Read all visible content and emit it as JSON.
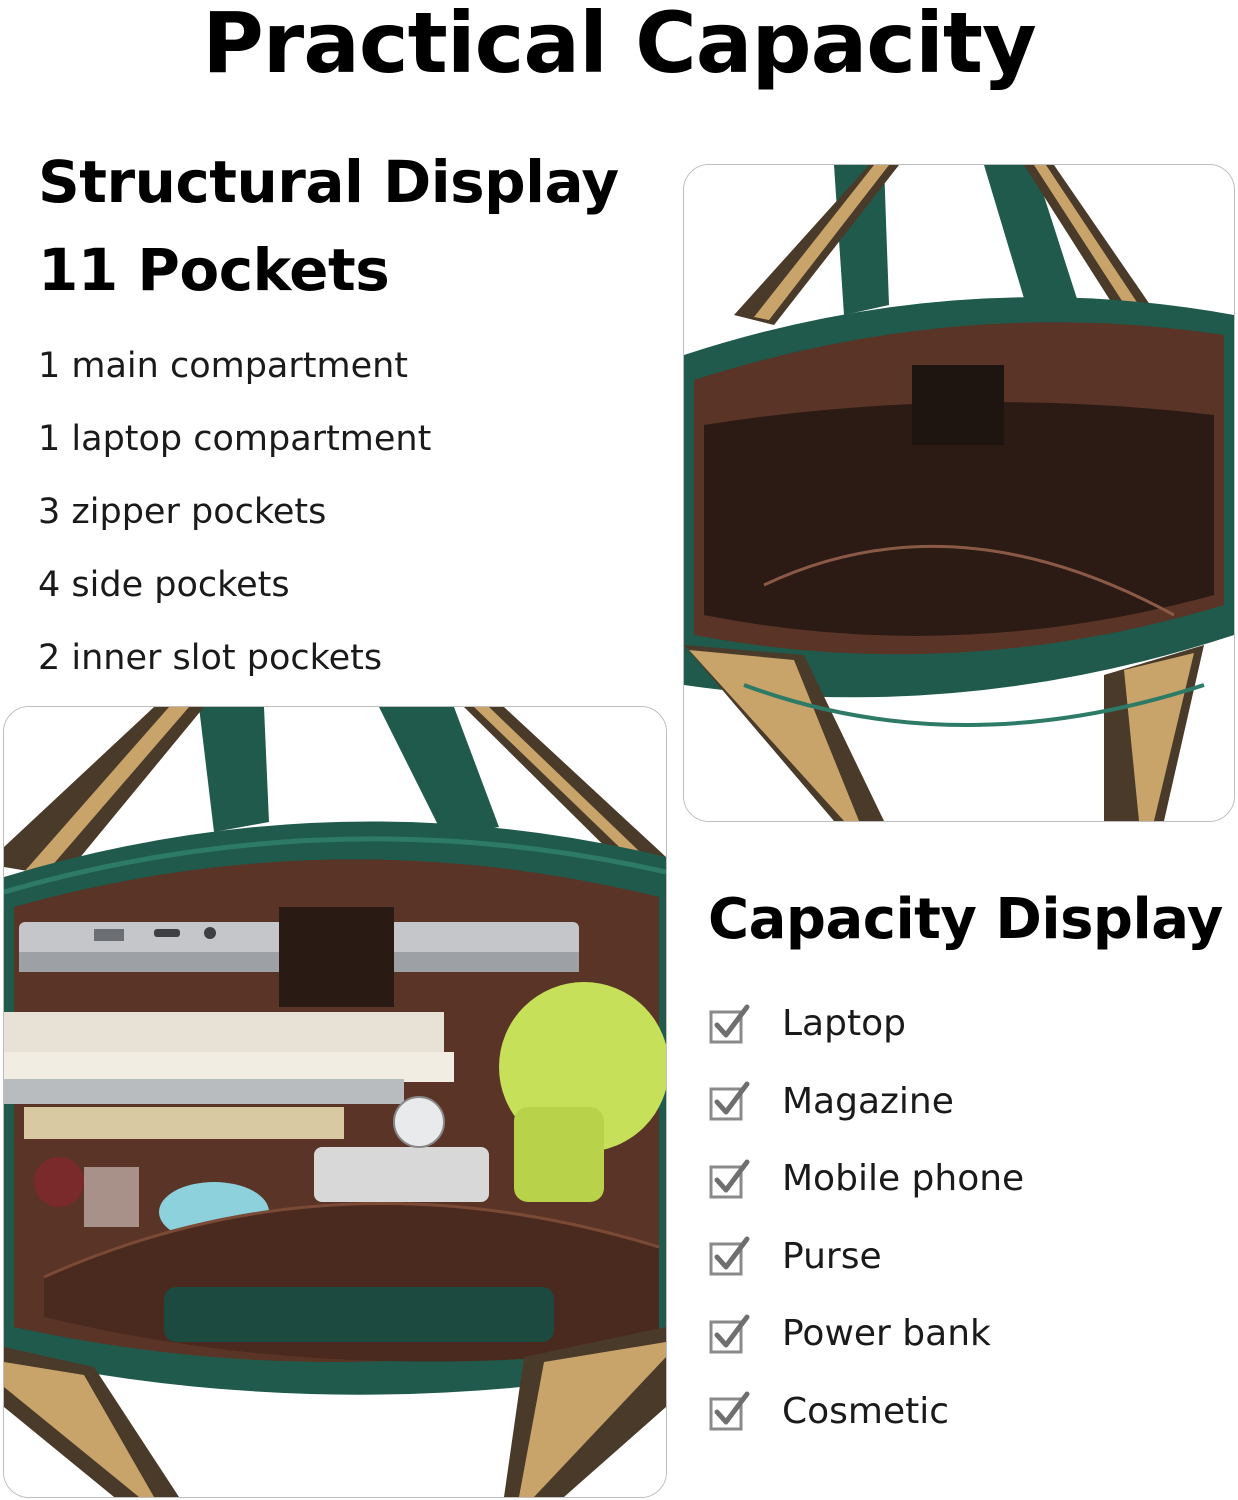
{
  "title": "Practical Capacity",
  "structural": {
    "heading_line1": "Structural Display",
    "heading_line2": "11 Pockets",
    "items": [
      "1 main compartment",
      "1 laptop compartment",
      "3 zipper pockets",
      "4 side pockets",
      "2 inner slot pockets"
    ]
  },
  "capacity": {
    "heading": "Capacity Display",
    "items": [
      {
        "label": "Laptop",
        "icon": "checkbox-checked-icon"
      },
      {
        "label": "Magazine",
        "icon": "checkbox-checked-icon"
      },
      {
        "label": "Mobile phone",
        "icon": "checkbox-checked-icon"
      },
      {
        "label": "Purse",
        "icon": "checkbox-checked-icon"
      },
      {
        "label": "Power bank",
        "icon": "checkbox-checked-icon"
      },
      {
        "label": "Cosmetic",
        "icon": "checkbox-checked-icon"
      }
    ]
  },
  "colors": {
    "bag_green": "#1f5a4c",
    "lining_brown": "#5a3426",
    "strap_pattern": "#c9a46a",
    "check_grey": "#7a7a7a"
  }
}
